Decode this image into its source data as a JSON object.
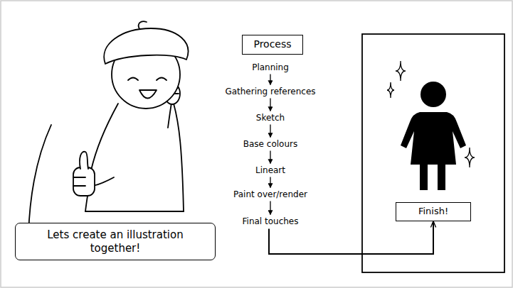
{
  "diagram": {
    "nodes": [
      {
        "text": [
          "Lets create an illustration together!"
        ]
      },
      {
        "text": [
          "Process"
        ]
      },
      {
        "text": [
          "Planning"
        ]
      },
      {
        "text": [
          "Gathering references"
        ]
      },
      {
        "text": [
          "Sketch"
        ]
      },
      {
        "text": [
          "Base colours"
        ]
      },
      {
        "text": [
          "Lineart"
        ]
      },
      {
        "text": [
          "Paint over/render"
        ]
      },
      {
        "text": [
          "Final touches"
        ]
      },
      {
        "text": [
          "Finish!"
        ]
      }
    ],
    "edges": [
      {
        "from": 2,
        "to": 3,
        "arrow": "to"
      },
      {
        "from": 3,
        "to": 4,
        "arrow": "to"
      },
      {
        "from": 4,
        "to": 5,
        "arrow": "to"
      },
      {
        "from": 5,
        "to": 6,
        "arrow": "to"
      },
      {
        "from": 6,
        "to": 7,
        "arrow": "to"
      },
      {
        "from": 7,
        "to": 8,
        "arrow": "to"
      },
      {
        "from": 8,
        "to": 9,
        "arrow": "to"
      }
    ]
  }
}
